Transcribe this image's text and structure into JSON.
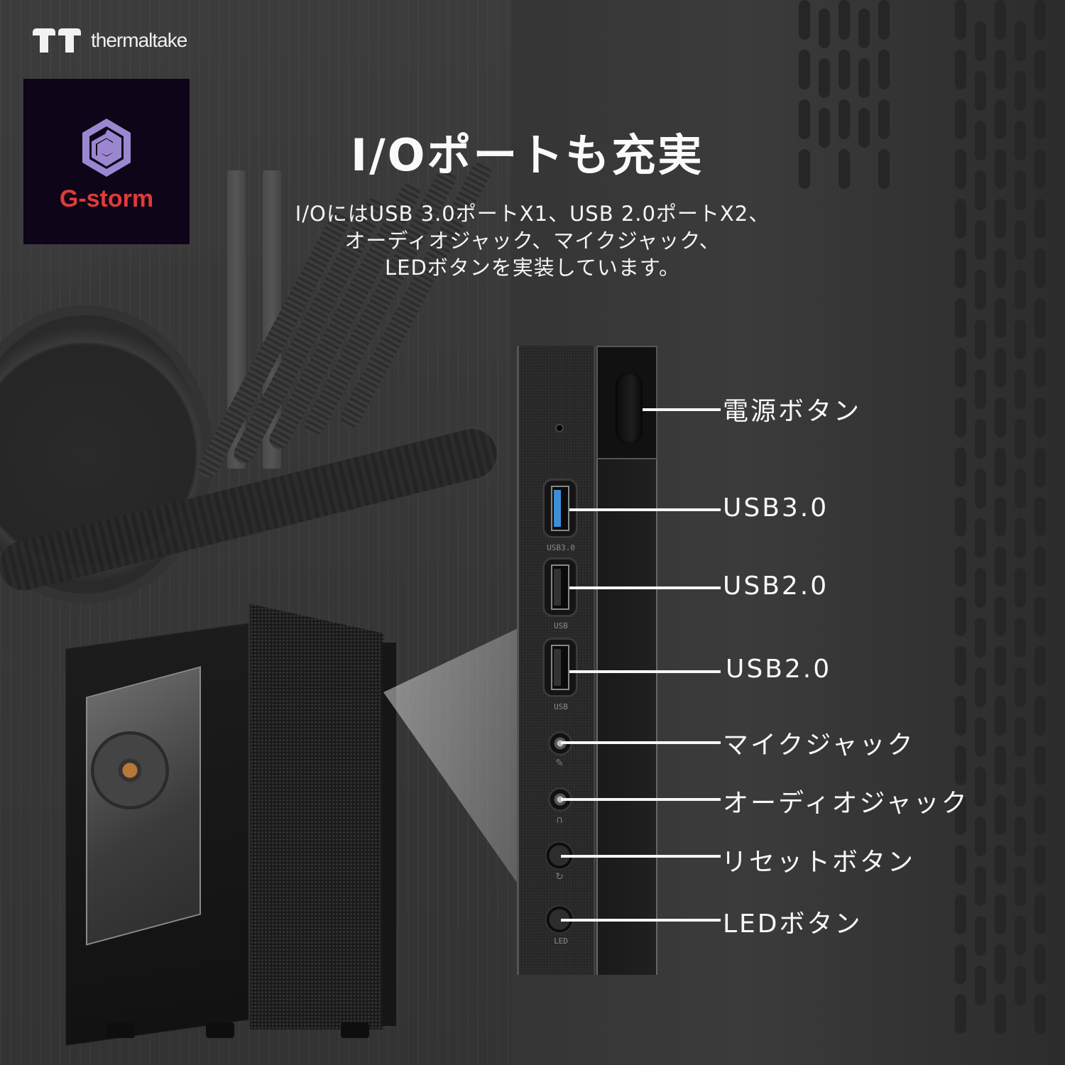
{
  "brand": {
    "logo_text": "thermaltake",
    "badge_text": "G-storm",
    "badge_colors": {
      "background": "#0e0518",
      "icon": "#9b87d0",
      "text": "#e23a3a"
    }
  },
  "header": {
    "title": "I/Oポートも充実",
    "description_lines": [
      "I/OにはUSB 3.0ポートX1、USB 2.0ポートX2、",
      "オーディオジャック、マイクジャック、",
      "LEDボタンを実装しています。"
    ]
  },
  "panel": {
    "port_labels": {
      "usb3": "USB3.0",
      "usb2a": "USB",
      "usb2b": "USB",
      "led": "LED"
    },
    "accent_usb3": "#3d8fd6"
  },
  "callouts": [
    {
      "label": "電源ボタン",
      "target": "power-button"
    },
    {
      "label": "USB3.0",
      "target": "usb3-port"
    },
    {
      "label": "USB2.0",
      "target": "usb2-port-1"
    },
    {
      "label": "USB2.0",
      "target": "usb2-port-2"
    },
    {
      "label": "マイクジャック",
      "target": "mic-jack"
    },
    {
      "label": "オーディオジャック",
      "target": "audio-jack"
    },
    {
      "label": "リセットボタン",
      "target": "reset-button"
    },
    {
      "label": "LEDボタン",
      "target": "led-button"
    }
  ],
  "icons": {
    "mic": "✎",
    "headphone": "∩",
    "reset": "↻"
  }
}
